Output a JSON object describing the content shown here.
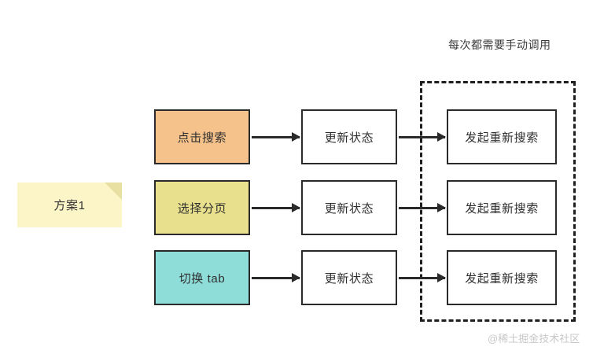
{
  "diagram": {
    "annotation": "每次都需要手动调用",
    "note": {
      "label": "方案1",
      "fill": "#FBF5C8",
      "fold_fill": "#E8DFA3"
    },
    "group": {
      "style": "dashed",
      "border_color": "#1f1f1f"
    },
    "rows": [
      {
        "trigger": {
          "label": "点击搜索",
          "fill": "#F5C28B"
        },
        "state": {
          "label": "更新状态",
          "fill": "#FFFFFF"
        },
        "action": {
          "label": "发起重新搜索",
          "fill": "#FFFFFF"
        }
      },
      {
        "trigger": {
          "label": "选择分页",
          "fill": "#E8E08C"
        },
        "state": {
          "label": "更新状态",
          "fill": "#FFFFFF"
        },
        "action": {
          "label": "发起重新搜索",
          "fill": "#FFFFFF"
        }
      },
      {
        "trigger": {
          "label": "切换 tab",
          "fill": "#8EDDD9"
        },
        "state": {
          "label": "更新状态",
          "fill": "#FFFFFF"
        },
        "action": {
          "label": "发起重新搜索",
          "fill": "#FFFFFF"
        }
      }
    ],
    "watermark": "@稀土掘金技术社区"
  }
}
